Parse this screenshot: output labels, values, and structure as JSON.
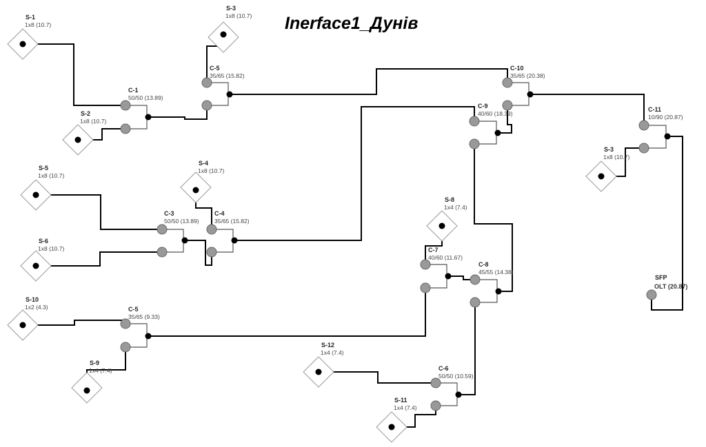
{
  "title": "Inerface1_Дунів",
  "splitters": [
    {
      "id": "s1",
      "name": "S-1",
      "spec": "1x8 (10.7)"
    },
    {
      "id": "s2",
      "name": "S-2",
      "spec": "1x8 (10.7)"
    },
    {
      "id": "s3a",
      "name": "S-3",
      "spec": "1x8 (10.7)"
    },
    {
      "id": "s4",
      "name": "S-4",
      "spec": "1x8 (10.7)"
    },
    {
      "id": "s5",
      "name": "S-5",
      "spec": "1x8 (10.7)"
    },
    {
      "id": "s6",
      "name": "S-6",
      "spec": "1x8 (10.7)"
    },
    {
      "id": "s10",
      "name": "S-10",
      "spec": "1x2 (4.3)"
    },
    {
      "id": "s9",
      "name": "S-9",
      "spec": "1x4 (7.4)"
    },
    {
      "id": "s8",
      "name": "S-8",
      "spec": "1x4 (7.4)"
    },
    {
      "id": "s12",
      "name": "S-12",
      "spec": "1x4 (7.4)"
    },
    {
      "id": "s11",
      "name": "S-11",
      "spec": "1x4 (7.4)"
    },
    {
      "id": "s3b",
      "name": "S-3",
      "spec": "1x8 (10.7)"
    }
  ],
  "couplers": [
    {
      "id": "c1",
      "name": "C-1",
      "spec": "50/50 (13.89)"
    },
    {
      "id": "c5a",
      "name": "C-5",
      "spec": "35/65 (15.82)"
    },
    {
      "id": "c3",
      "name": "C-3",
      "spec": "50/50 (13.89)"
    },
    {
      "id": "c4",
      "name": "C-4",
      "spec": "35/65 (15.82)"
    },
    {
      "id": "c5b",
      "name": "C-5",
      "spec": "35/65 (9.33)"
    },
    {
      "id": "c10",
      "name": "C-10",
      "spec": "35/65 (20.38)"
    },
    {
      "id": "c9",
      "name": "C-9",
      "spec": "40/60 (18.39)"
    },
    {
      "id": "c11",
      "name": "C-11",
      "spec": "10/90 (20.87)"
    },
    {
      "id": "c7",
      "name": "C-7",
      "spec": "40/60 (11.67)"
    },
    {
      "id": "c8",
      "name": "C-8",
      "spec": "45/55 (14.38)"
    },
    {
      "id": "c6",
      "name": "C-6",
      "spec": "50/50 (10.59)"
    }
  ],
  "olt": {
    "name": "SFP",
    "spec": "OLT (20.87)"
  }
}
